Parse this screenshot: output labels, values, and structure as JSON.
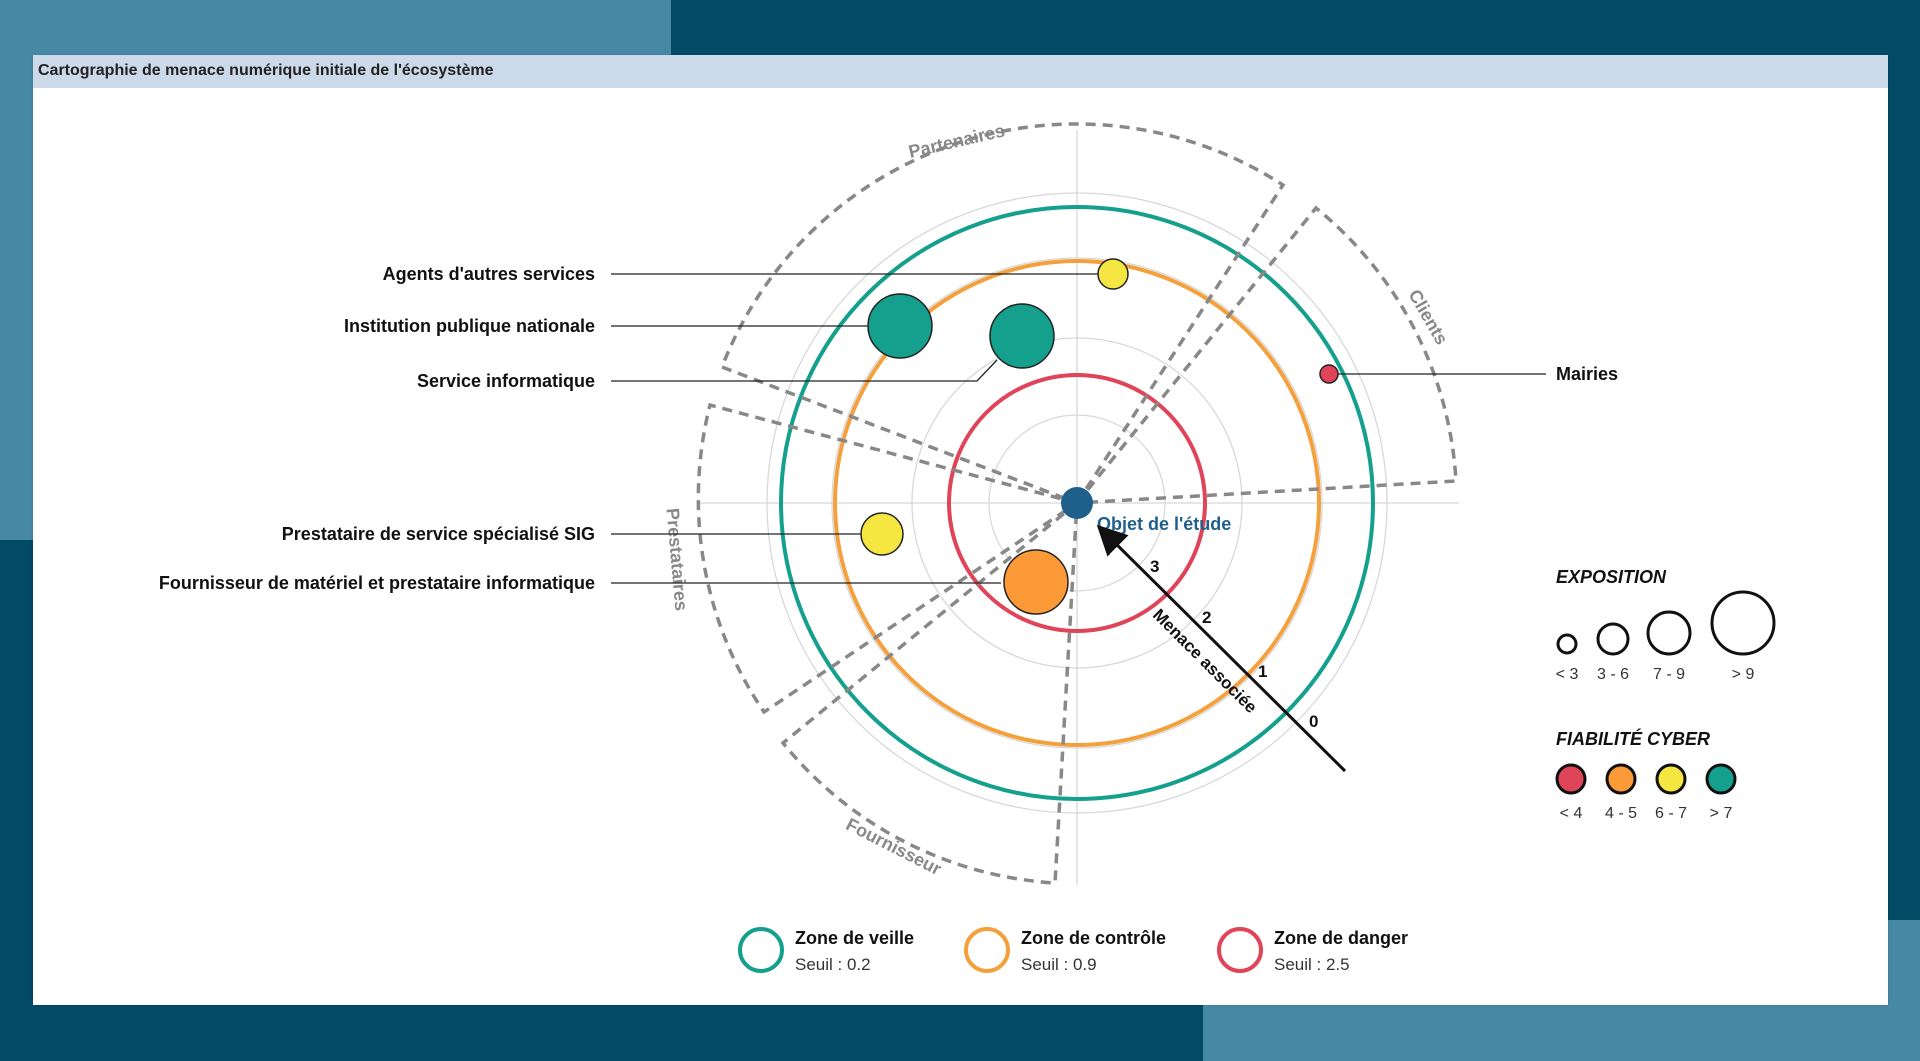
{
  "title": "Cartographie de menace numérique initiale de l'écosystème",
  "center": {
    "label": "Objet de l'étude",
    "color": "#1f5f8b"
  },
  "sectors": [
    "Partenaires",
    "Clients",
    "Prestataires",
    "Fournisseur"
  ],
  "zones": [
    {
      "name": "Zone de veille",
      "seuil": "Seuil : 0.2",
      "color": "#14a08c"
    },
    {
      "name": "Zone de contrôle",
      "seuil": "Seuil : 0.9",
      "color": "#f4a03c"
    },
    {
      "name": "Zone de danger",
      "seuil": "Seuil : 2.5",
      "color": "#e04458"
    }
  ],
  "nodes": [
    {
      "label": "Agents d'autres services",
      "color": "#f5e642"
    },
    {
      "label": "Institution publique nationale",
      "color": "#14a08c"
    },
    {
      "label": "Service informatique",
      "color": "#14a08c"
    },
    {
      "label": "Prestataire de service spécialisé SIG",
      "color": "#f5e642"
    },
    {
      "label": "Fournisseur de matériel et prestataire informatique",
      "color": "#fb9a36"
    },
    {
      "label": "Mairies",
      "color": "#e04458"
    }
  ],
  "threat_axis": {
    "label": "Menace associée",
    "ticks": [
      "3",
      "2",
      "1",
      "0"
    ]
  },
  "legend_exposition": {
    "title": "EXPOSITION",
    "labels": [
      "< 3",
      "3 - 6",
      "7 - 9",
      "> 9"
    ]
  },
  "legend_fiabilite": {
    "title": "FIABILITÉ CYBER",
    "labels": [
      "< 4",
      "4 - 5",
      "6 - 7",
      "> 7"
    ],
    "colors": [
      "#e04458",
      "#fb9a36",
      "#f5e642",
      "#14a08c"
    ]
  }
}
